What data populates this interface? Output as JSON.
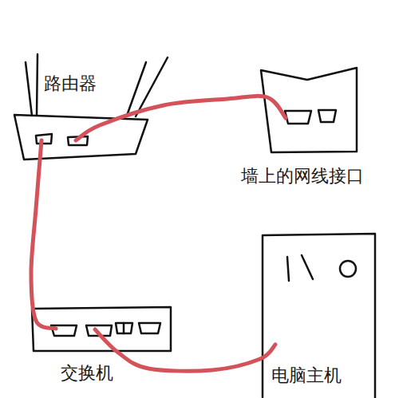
{
  "diagram": {
    "nodes": [
      {
        "text": [
          "路由器"
        ]
      },
      {
        "text": [
          "墙上的网线接口"
        ]
      },
      {
        "text": [
          "交换机"
        ]
      },
      {
        "text": [
          "电脑主机"
        ]
      }
    ],
    "edges": [
      {
        "from": 0,
        "to": 1,
        "arrow": "none"
      },
      {
        "from": 0,
        "to": 2,
        "arrow": "none"
      },
      {
        "from": 2,
        "to": 3,
        "arrow": "none"
      }
    ]
  }
}
